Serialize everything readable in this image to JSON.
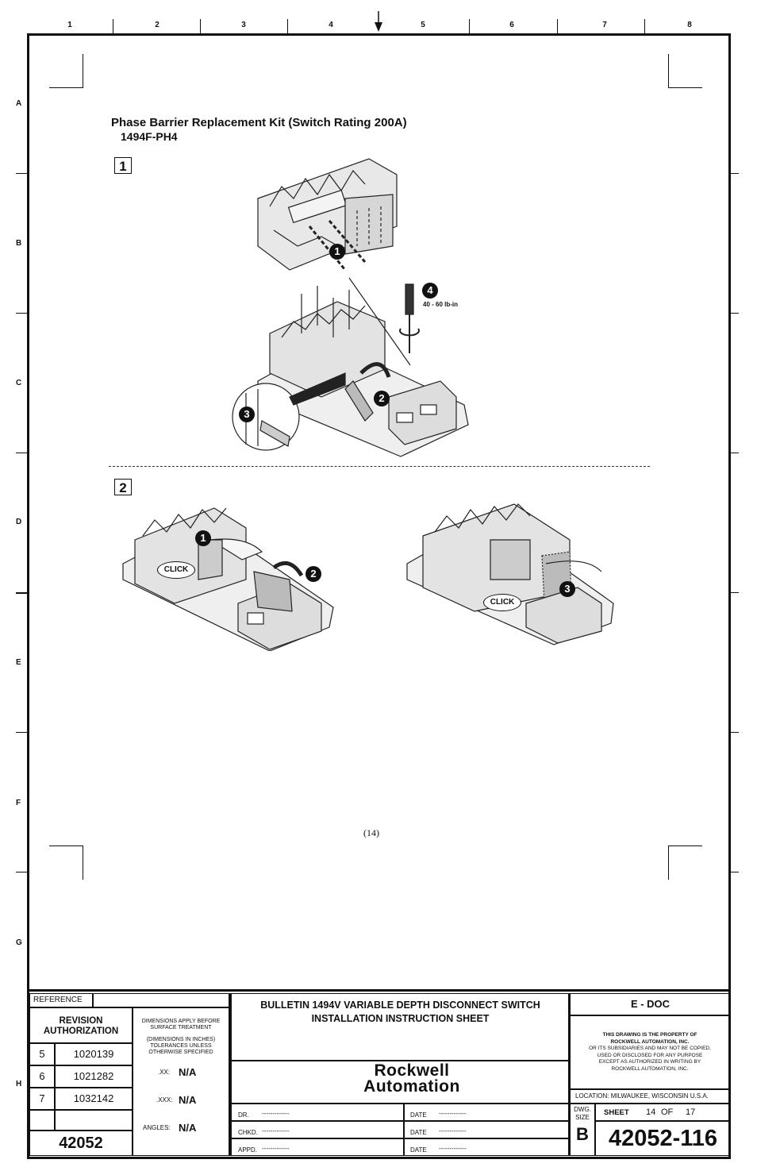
{
  "columns": [
    "1",
    "2",
    "3",
    "4",
    "5",
    "6",
    "7",
    "8"
  ],
  "rows": [
    "A",
    "B",
    "C",
    "D",
    "E",
    "F",
    "G",
    "H"
  ],
  "title": {
    "line1": "Phase Barrier Replacement Kit (Switch Rating 200A)",
    "line2": "1494F-PH4"
  },
  "step1": {
    "label": "1",
    "torque": "40 - 60 lb-in",
    "callouts": [
      "1",
      "2",
      "3",
      "4"
    ]
  },
  "step2": {
    "label": "2",
    "click_left": "CLICK",
    "click_right": "CLICK",
    "callouts": [
      "1",
      "2",
      "3"
    ]
  },
  "page_number": "(14)",
  "title_block": {
    "reference": "REFERENCE",
    "revision_authorization": "REVISION AUTHORIZATION",
    "revisions": [
      {
        "rev": "5",
        "auth": "1020139"
      },
      {
        "rev": "6",
        "auth": "1021282"
      },
      {
        "rev": "7",
        "auth": "1032142"
      }
    ],
    "base_number": "42052",
    "dim_note1": "DIMENSIONS APPLY BEFORE SURFACE TREATMENT",
    "dim_note2": "(DIMENSIONS IN INCHES) TOLERANCES UNLESS OTHERWISE SPECIFIED",
    "tol_xx_label": ".XX:",
    "tol_xx": "N/A",
    "tol_xxx_label": ".XXX:",
    "tol_xxx": "N/A",
    "angles_label": "ANGLES:",
    "angles": "N/A",
    "doc_title_1": "BULLETIN 1494V VARIABLE DEPTH DISCONNECT SWITCH",
    "doc_title_2": "INSTALLATION INSTRUCTION SHEET",
    "company_1": "Rockwell",
    "company_2": "Automation",
    "dr_label": "DR.",
    "chkd_label": "CHKD.",
    "appd_label": "APPD.",
    "date_label": "DATE",
    "blank": "-------------",
    "edoc": "E - DOC",
    "property_1": "THIS DRAWING IS THE PROPERTY OF",
    "property_2": "ROCKWELL AUTOMATION, INC.",
    "property_3": "OR ITS SUBSIDIARIES AND MAY NOT BE COPIED,",
    "property_4": "USED OR DISCLOSED FOR ANY PURPOSE",
    "property_5": "EXCEPT AS AUTHORIZED IN WRITING BY",
    "property_6": "ROCKWELL AUTOMATION, INC.",
    "location": "LOCATION:  MILWAUKEE,  WISCONSIN  U.S.A.",
    "dwg_size_label": "DWG. SIZE",
    "dwg_size": "B",
    "sheet_label": "SHEET",
    "sheet_num": "14",
    "of_label": "OF",
    "sheet_total": "17",
    "dwg_number": "42052-116"
  }
}
